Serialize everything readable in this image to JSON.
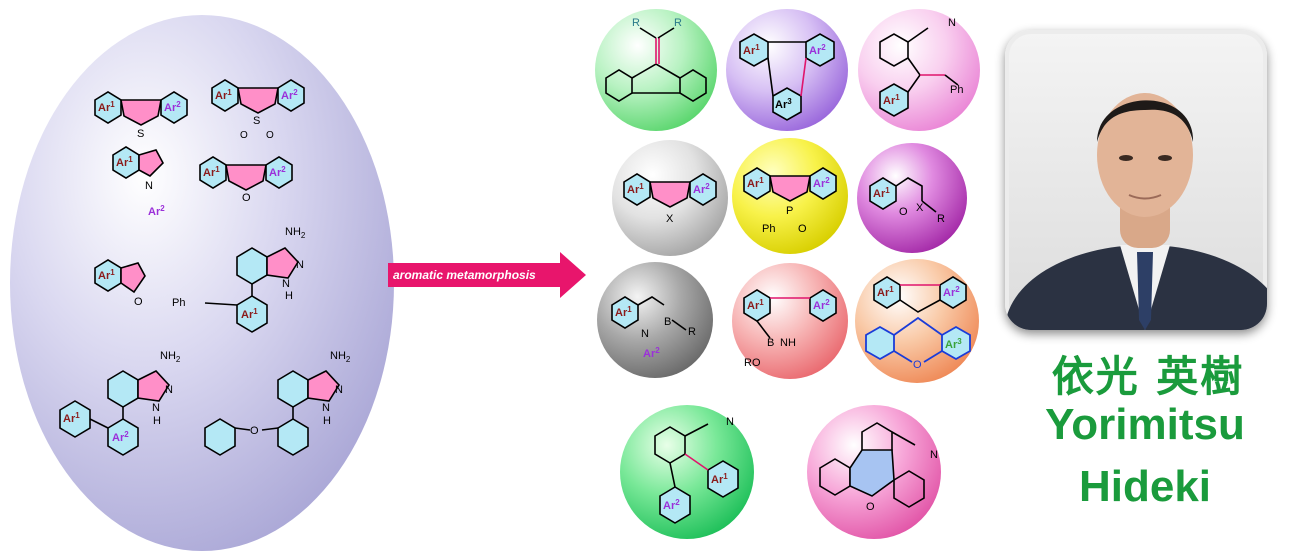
{
  "arrow": {
    "label": "aromatic metamorphosis",
    "color": "#e8156c"
  },
  "person": {
    "name_jp": "依光 英樹",
    "name_en_first": "Yorimitsu",
    "name_en_last": "Hideki",
    "name_color": "#1a9b3c"
  },
  "labels": {
    "ar1": "Ar",
    "ar2": "Ar",
    "ar3": "Ar",
    "sup1": "1",
    "sup2": "2",
    "sup3": "3",
    "S": "S",
    "O": "O",
    "N": "N",
    "P": "P",
    "B": "B",
    "X": "X",
    "R": "R",
    "NH2": "NH",
    "sub2": "2",
    "H": "H",
    "NH": "NH",
    "Ph": "Ph",
    "RO": "RO"
  },
  "colors": {
    "egg": "#c9c7e8",
    "ar1": "#8b1a1a",
    "ar2": "#9b30d9",
    "ar3": "#3aa33a",
    "ring_fill": "#ff8fc8",
    "hex_fill": "#b4e8f5",
    "hetero_bond": "#e0156c",
    "sphere_green": "#6fe08a",
    "sphere_purple": "#b58ae8",
    "sphere_pink": "#f6a7e8",
    "sphere_grey": "#c8c8c8",
    "sphere_yellow": "#f5f01a",
    "sphere_magenta": "#c43cc4",
    "sphere_darkgrey": "#8a8a8a",
    "sphere_salmon": "#f0868a",
    "sphere_orange": "#f5a070",
    "sphere_green2": "#2fd06a",
    "sphere_pink2": "#f070b8"
  }
}
